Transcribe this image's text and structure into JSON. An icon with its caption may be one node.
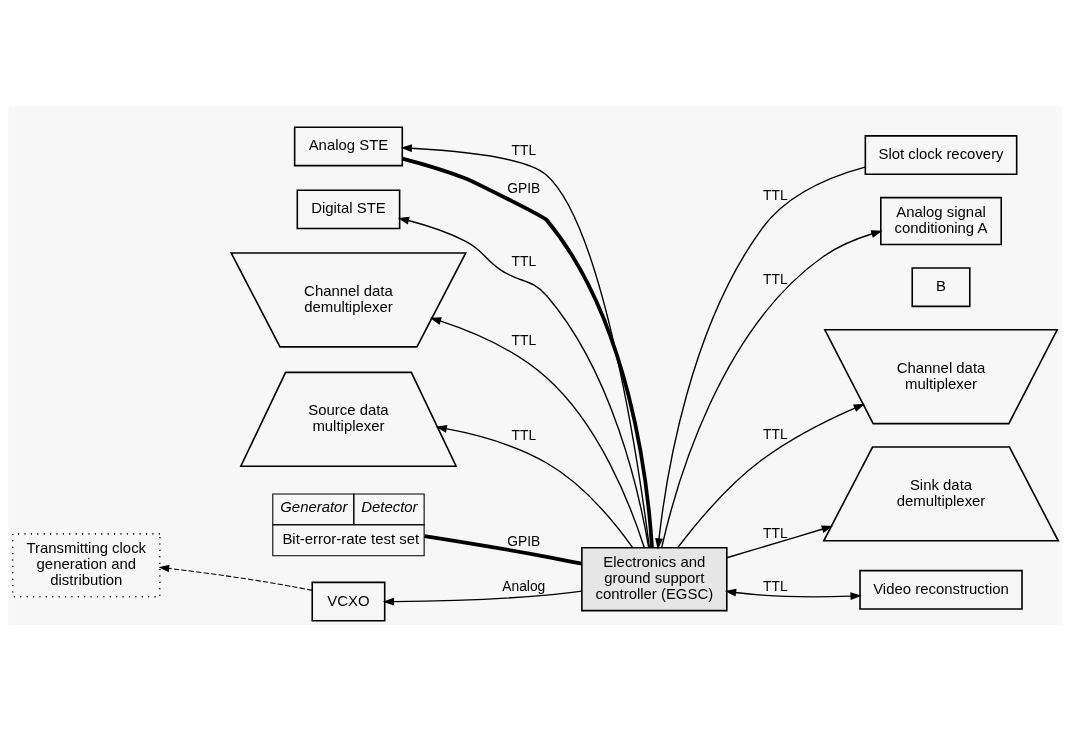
{
  "diagram": {
    "nodes": [
      {
        "text": [
          "Analog STE"
        ]
      },
      {
        "text": [
          "Digital STE"
        ]
      },
      {
        "text": [
          "Channel data demultiplexer"
        ]
      },
      {
        "text": [
          "Source data multiplexer"
        ]
      },
      {
        "text": [
          "Analog signal conditioning A"
        ]
      },
      {
        "text": [
          "B"
        ]
      },
      {
        "text": [
          "Slot clock recovery"
        ]
      },
      {
        "text": [
          "Electronics and ground support controller (EGSC)"
        ]
      },
      {
        "text": [
          "Generator",
          "Detector",
          "Bit-error-rate test set"
        ]
      },
      {
        "text": [
          "Channel data multiplexer"
        ]
      },
      {
        "text": [
          "Sink data demultiplexer"
        ]
      },
      {
        "text": [
          "Transmitting clock generation and distribution"
        ]
      },
      {
        "text": [
          "VCXO"
        ]
      },
      {
        "text": [
          "Video reconstruction"
        ]
      }
    ],
    "edges": [
      {
        "from": 7,
        "to": 0,
        "arrow": "to",
        "label": "TTL"
      },
      {
        "from": 7,
        "to": 0,
        "arrow": "none",
        "label": "GPIB",
        "style": "thick"
      },
      {
        "from": 7,
        "to": 1,
        "arrow": "to",
        "label": "TTL"
      },
      {
        "from": 7,
        "to": 2,
        "arrow": "to",
        "label": "TTL"
      },
      {
        "from": 7,
        "to": 3,
        "arrow": "to",
        "label": "TTL"
      },
      {
        "from": 7,
        "to": 4,
        "arrow": "to",
        "label": "TTL"
      },
      {
        "from": 6,
        "to": 7,
        "arrow": "to",
        "label": "TTL"
      },
      {
        "from": 7,
        "to": 8,
        "arrow": "none",
        "label": "GPIB",
        "style": "thick"
      },
      {
        "from": 7,
        "to": 12,
        "arrow": "to",
        "label": "Analog"
      },
      {
        "from": 12,
        "to": 11,
        "arrow": "to",
        "style": "dashed"
      },
      {
        "from": 7,
        "to": 13,
        "arrow": "both",
        "label": "TTL"
      },
      {
        "from": 7,
        "to": 9,
        "arrow": "to",
        "label": "TTL"
      },
      {
        "from": 7,
        "to": 10,
        "arrow": "to",
        "label": "TTL"
      }
    ]
  }
}
